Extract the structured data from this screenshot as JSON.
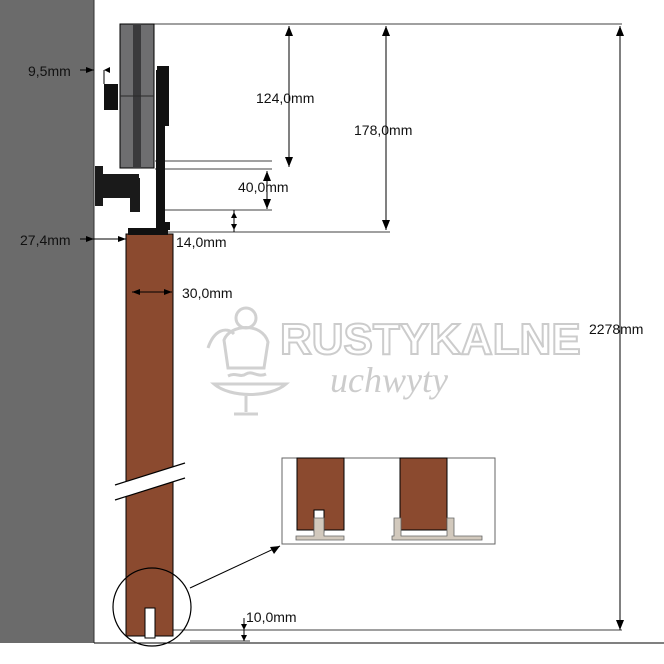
{
  "colors": {
    "wall": "#6b6b6b",
    "door": "#8b4a2f",
    "hardware": "#1a1a1a",
    "wheel": "#6e6e70",
    "dimension_line": "#000000",
    "watermark": "#c9c9c9",
    "guide": "#d2c9bd"
  },
  "dimensions": {
    "wall_gap": "9,5mm",
    "wall_to_door": "27,4mm",
    "wheel_drop": "124,0mm",
    "top_to_door": "178,0mm",
    "bracket_gap": "40,0mm",
    "strap_gap": "14,0mm",
    "door_thickness": "30,0mm",
    "total_height": "2278mm",
    "floor_gap": "10,0mm"
  },
  "watermark": {
    "brand": "RUSTYKALNE",
    "tagline": "uchwyty"
  }
}
